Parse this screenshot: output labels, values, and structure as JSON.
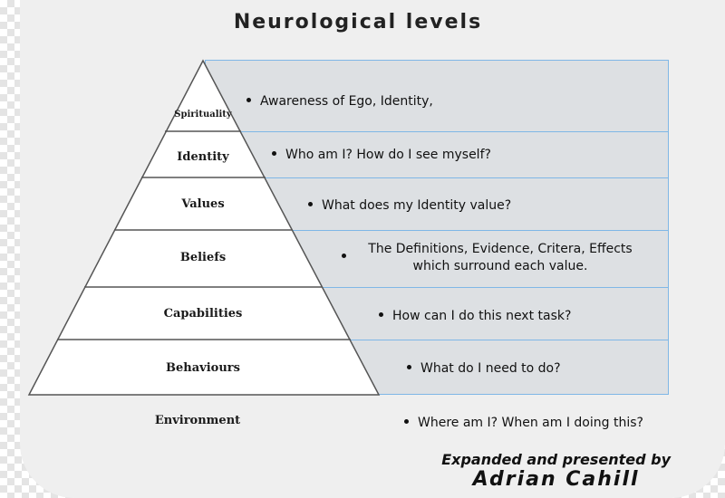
{
  "title": "Neurological levels",
  "levels": [
    {
      "label": "Spirituality",
      "desc": "Awareness of Ego, Identity,"
    },
    {
      "label": "Identity",
      "desc": "Who am I? How do I see myself?"
    },
    {
      "label": "Values",
      "desc": "What does my Identity value?"
    },
    {
      "label": "Beliefs",
      "desc_line1": "The Definitions, Evidence, Critera, Effects",
      "desc_line2": "which surround each value."
    },
    {
      "label": "Capabilities",
      "desc": "How can I do this next task?"
    },
    {
      "label": "Behaviours",
      "desc": "What do I need to do?"
    },
    {
      "label": "Environment",
      "desc": "Where am I? When am I doing this?"
    }
  ],
  "credit": {
    "line1": "Expanded and presented by",
    "line2": "Adrian Cahill"
  },
  "colors": {
    "background": "#efefef",
    "desc_panel": "#dde0e3",
    "panel_border": "#7fb7e6",
    "pyramid_fill": "#ffffff",
    "pyramid_stroke": "#555555"
  }
}
